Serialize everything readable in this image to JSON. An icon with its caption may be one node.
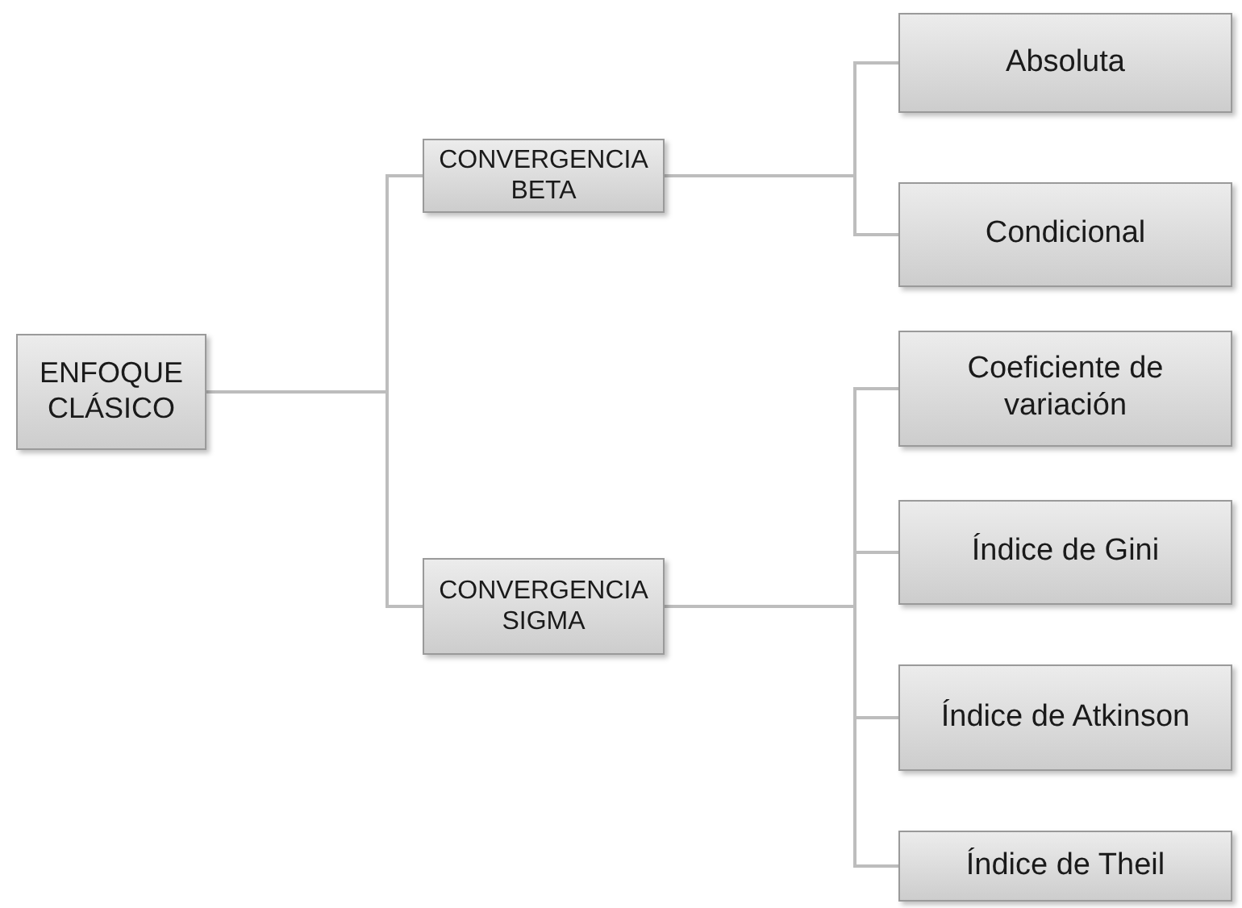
{
  "diagram": {
    "nodes": [
      {
        "text": [
          "ENFOQUE CLÁSICO"
        ]
      },
      {
        "text": [
          "CONVERGENCIA BETA"
        ]
      },
      {
        "text": [
          "Absoluta"
        ]
      },
      {
        "text": [
          "Condicional"
        ]
      },
      {
        "text": [
          "CONVERGENCIA SIGMA"
        ]
      },
      {
        "text": [
          "Coeficiente de variación"
        ]
      },
      {
        "text": [
          "Índice de Gini"
        ]
      },
      {
        "text": [
          "Índice de Atkinson"
        ]
      },
      {
        "text": [
          "Índice de Theil"
        ]
      }
    ],
    "edges": [
      {
        "from": 0,
        "to": 1,
        "arrow": "none"
      },
      {
        "from": 0,
        "to": 4,
        "arrow": "none"
      },
      {
        "from": 1,
        "to": 2,
        "arrow": "none"
      },
      {
        "from": 1,
        "to": 3,
        "arrow": "none"
      },
      {
        "from": 4,
        "to": 5,
        "arrow": "none"
      },
      {
        "from": 4,
        "to": 6,
        "arrow": "none"
      },
      {
        "from": 4,
        "to": 7,
        "arrow": "none"
      },
      {
        "from": 4,
        "to": 8,
        "arrow": "none"
      }
    ]
  }
}
